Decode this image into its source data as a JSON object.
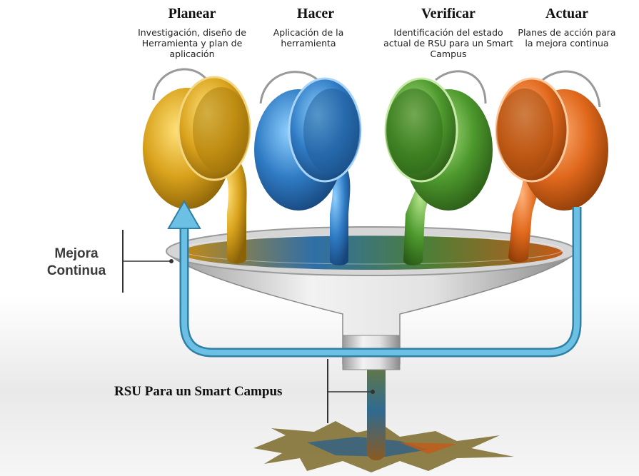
{
  "stages": [
    {
      "title": "Planear",
      "description": "Investigación, diseño de Herramienta y plan de aplicación",
      "color": "#d6a01a"
    },
    {
      "title": "Hacer",
      "description": "Aplicación de la herramienta",
      "color": "#2f7bc4"
    },
    {
      "title": "Verificar",
      "description": "Identificación del estado actual de RSU para un Smart Campus",
      "color": "#4e9a2e"
    },
    {
      "title": "Actuar",
      "description": "Planes de acción para la mejora continua",
      "color": "#e0681c"
    }
  ],
  "labels": {
    "cycle": "Mejora Continua",
    "output": "RSU Para un Smart Campus"
  },
  "colors": {
    "cycle_arrow": "#4a9fc4",
    "funnel": "#cfcfcf"
  }
}
